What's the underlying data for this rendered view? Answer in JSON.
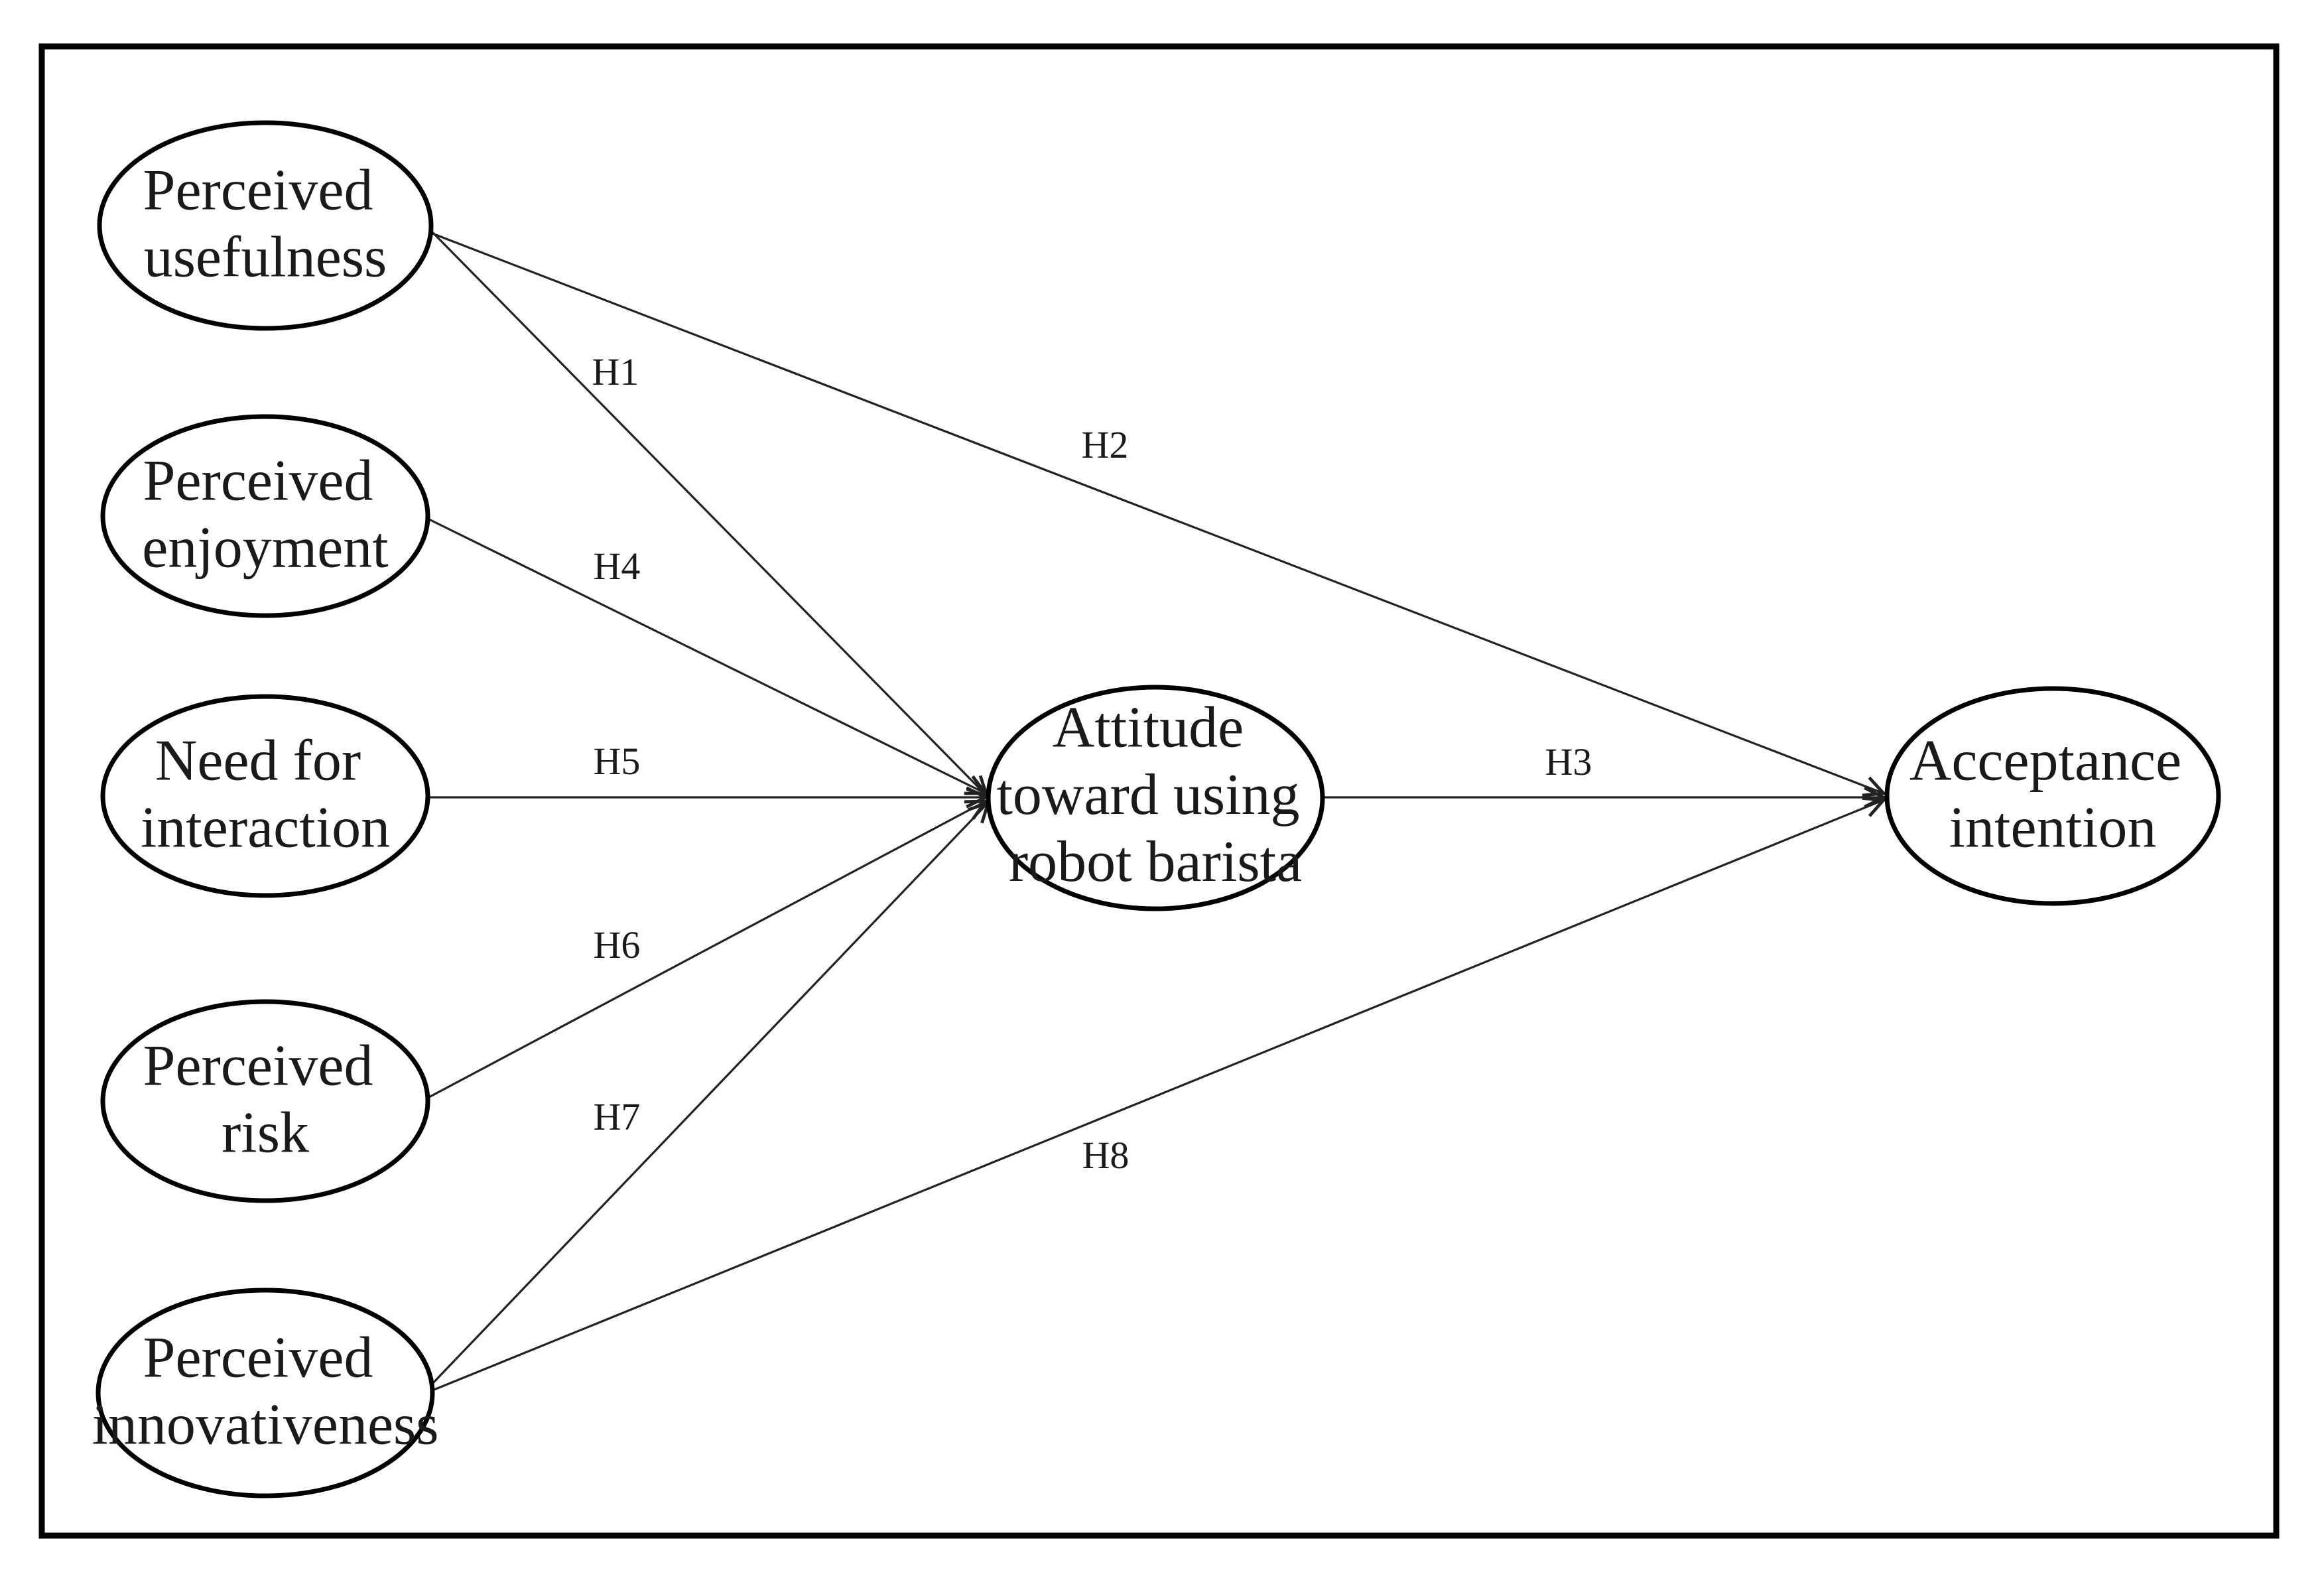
{
  "diagram": {
    "type": "structural-model-path-diagram",
    "colors": {
      "background": "#ffffff",
      "stroke": "#000000",
      "text": "#1a1a1a"
    },
    "nodes": {
      "usefulness": {
        "line1": "Perceived",
        "line2": "usefulness"
      },
      "enjoyment": {
        "line1": "Perceived",
        "line2": "enjoyment"
      },
      "interaction": {
        "line1": "Need for",
        "line2": "interaction"
      },
      "risk": {
        "line1": "Perceived",
        "line2": "risk"
      },
      "innovativeness": {
        "line1": "Perceived",
        "line2": "innovativeness"
      },
      "attitude": {
        "line1": "Attitude",
        "line2": "toward using",
        "line3": "robot barista"
      },
      "acceptance": {
        "line1": "Acceptance",
        "line2": "intention"
      }
    },
    "hypotheses": {
      "h1": "H1",
      "h2": "H2",
      "h3": "H3",
      "h4": "H4",
      "h5": "H5",
      "h6": "H6",
      "h7": "H7",
      "h8": "H8"
    },
    "edges": [
      {
        "label": "H1",
        "from": "Perceived usefulness",
        "to": "Attitude toward using robot barista"
      },
      {
        "label": "H2",
        "from": "Perceived usefulness",
        "to": "Acceptance intention"
      },
      {
        "label": "H3",
        "from": "Attitude toward using robot barista",
        "to": "Acceptance intention"
      },
      {
        "label": "H4",
        "from": "Perceived enjoyment",
        "to": "Attitude toward using robot barista"
      },
      {
        "label": "H5",
        "from": "Need for interaction",
        "to": "Attitude toward using robot barista"
      },
      {
        "label": "H6",
        "from": "Perceived risk",
        "to": "Attitude toward using robot barista"
      },
      {
        "label": "H7",
        "from": "Perceived innovativeness",
        "to": "Attitude toward using robot barista"
      },
      {
        "label": "H8",
        "from": "Perceived innovativeness",
        "to": "Acceptance intention"
      }
    ]
  }
}
